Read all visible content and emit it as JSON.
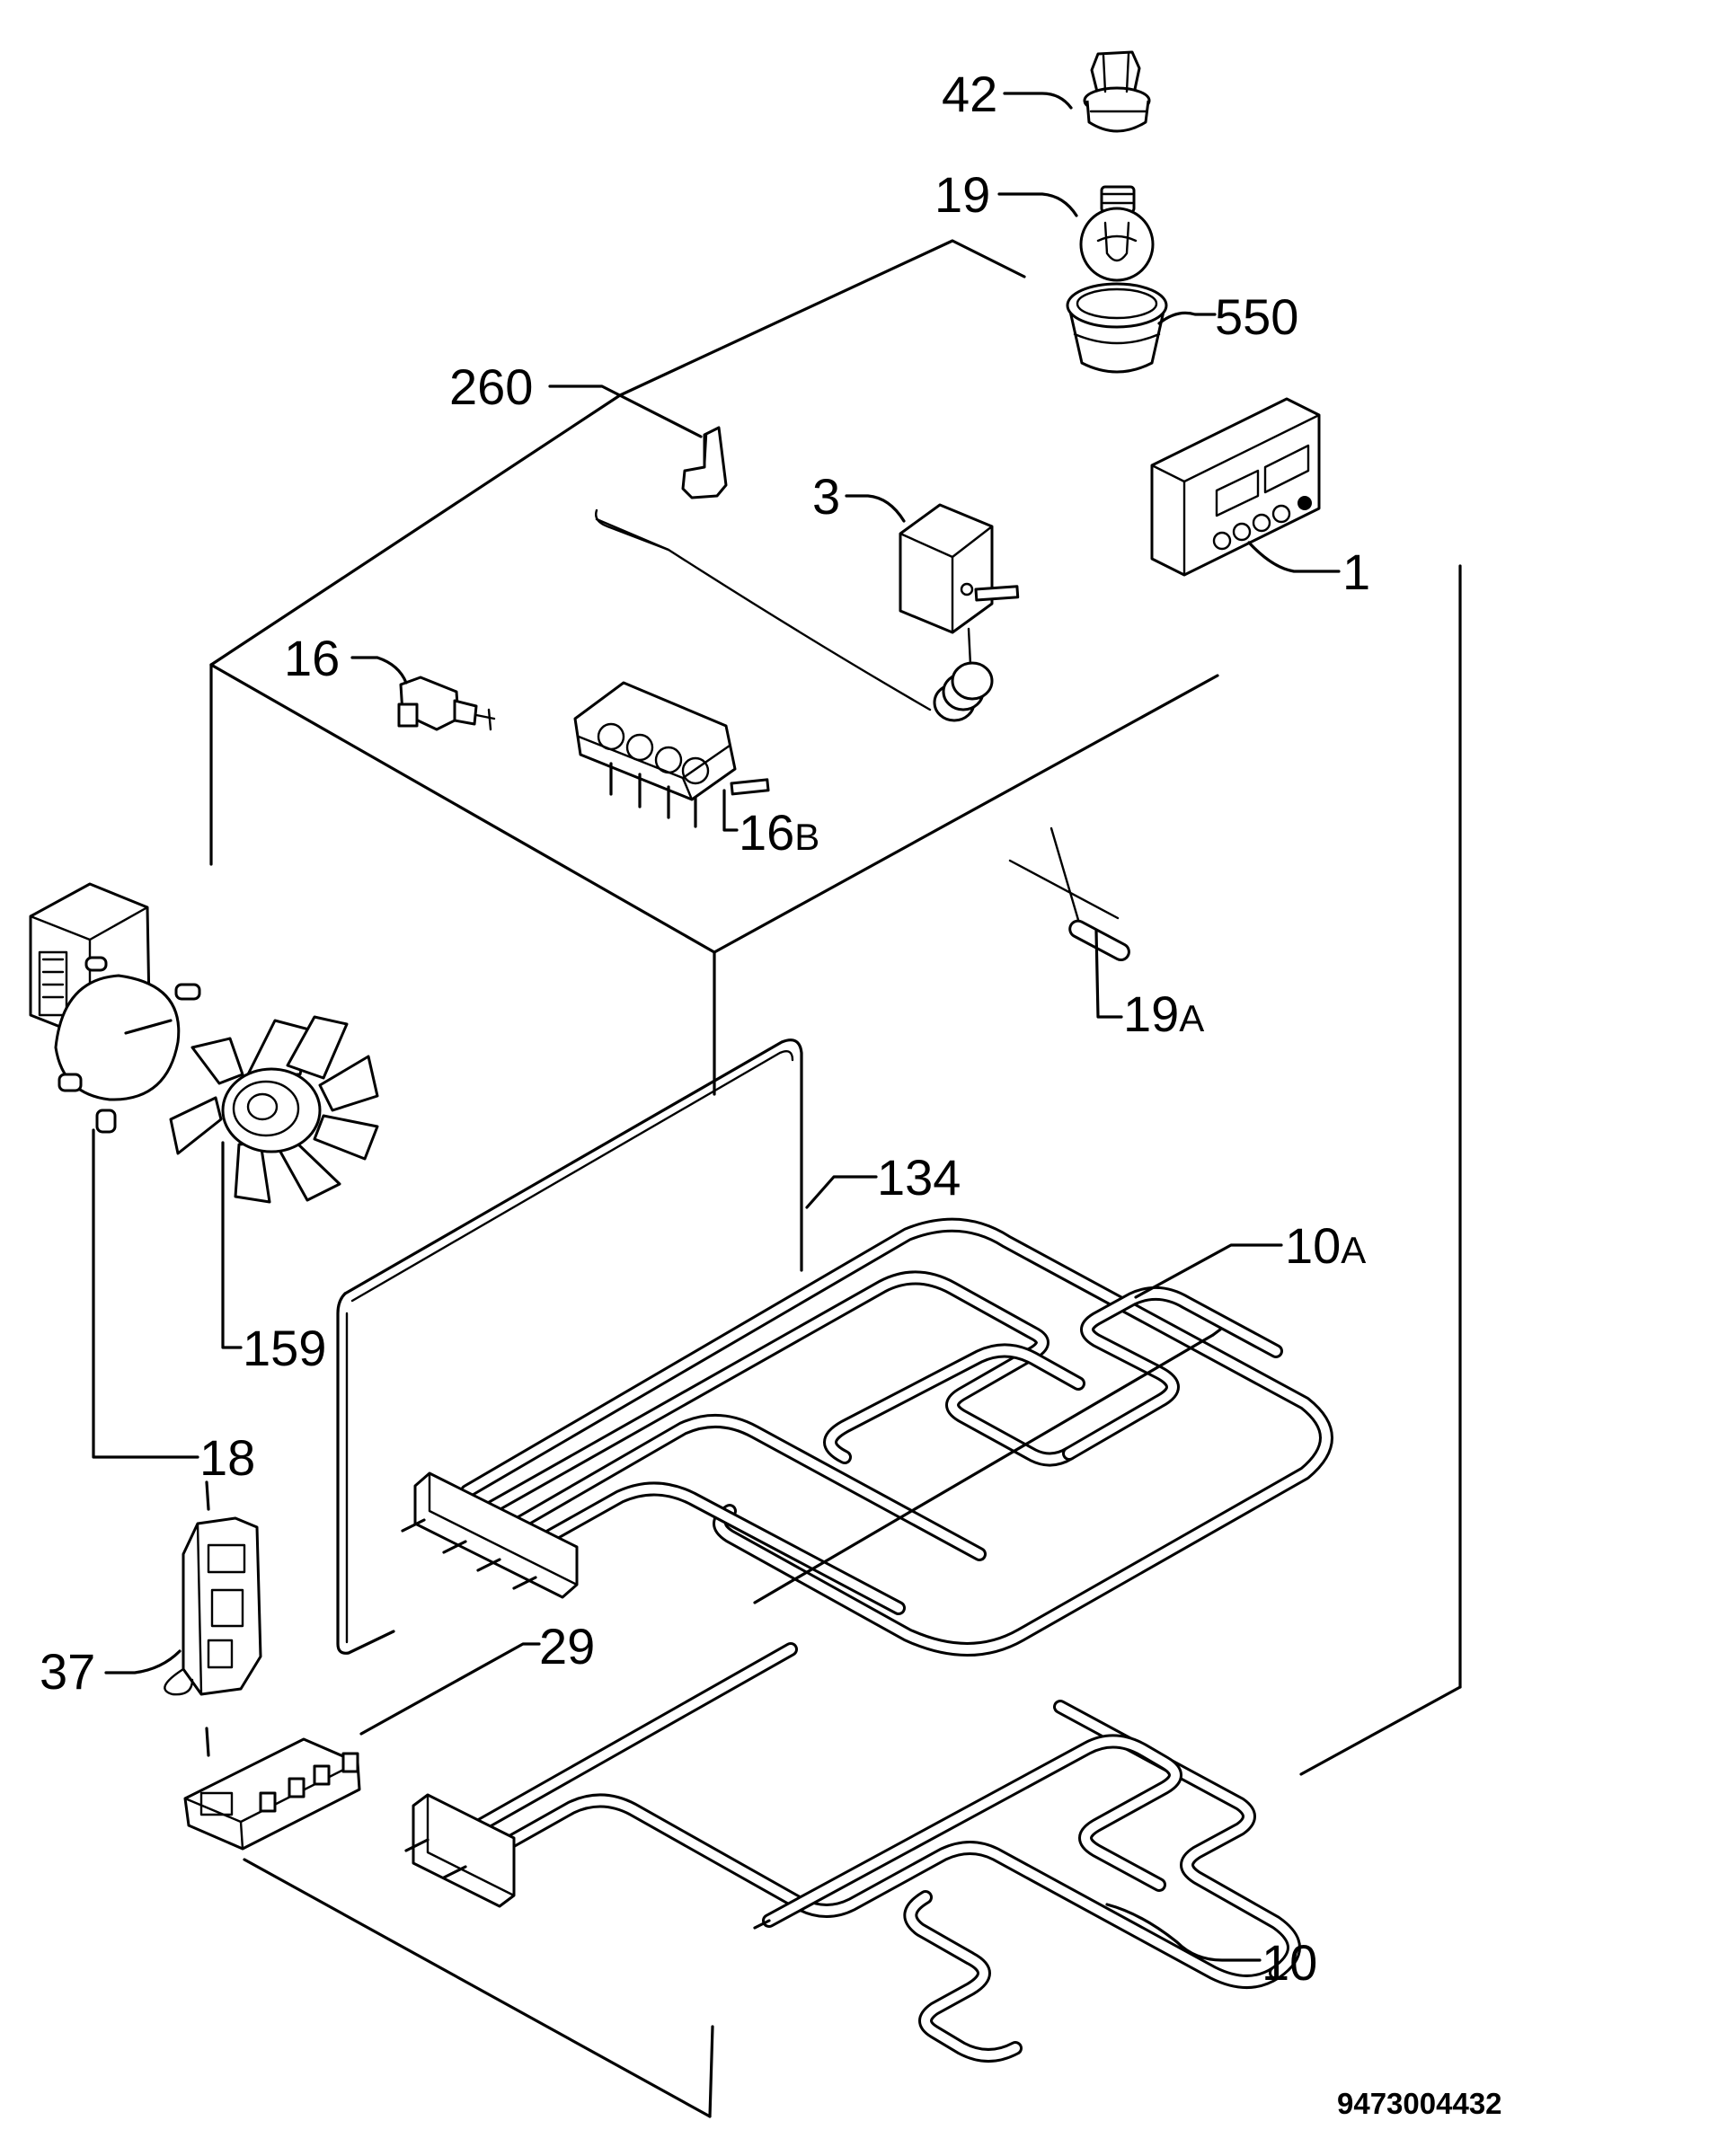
{
  "labels": {
    "l42": "42",
    "l19": "19",
    "l550": "550",
    "l260": "260",
    "l3": "3",
    "l1": "1",
    "l16": "16",
    "l16b_num": "16",
    "l16b_suf": "B",
    "l19a_num": "19",
    "l19a_suf": "A",
    "l134": "134",
    "l10a_num": "10",
    "l10a_suf": "A",
    "l159": "159",
    "l18": "18",
    "l37": "37",
    "l29": "29",
    "l10": "10"
  },
  "drawing_code": "9473004432"
}
